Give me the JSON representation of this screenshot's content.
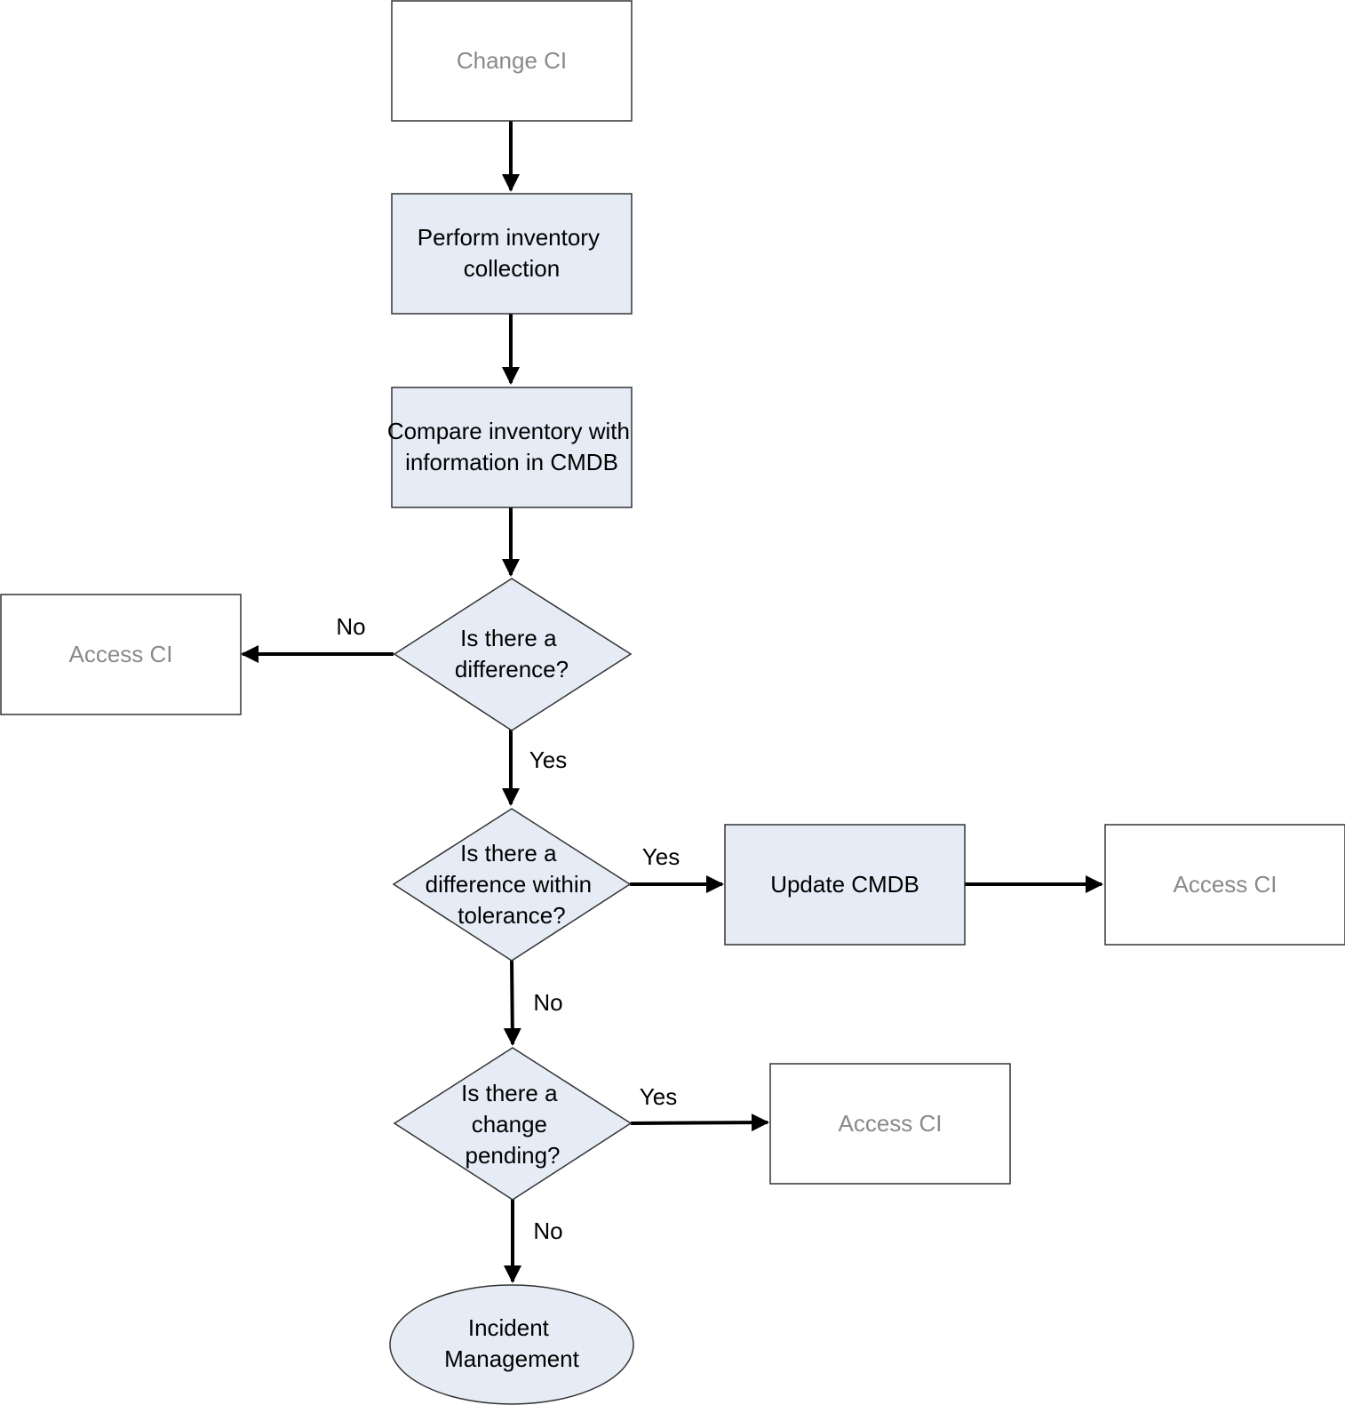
{
  "nodes": {
    "change_ci": {
      "lines": [
        "Change CI"
      ]
    },
    "perform_inventory": {
      "lines": [
        "Perform inventory",
        "collection"
      ]
    },
    "compare_inventory": {
      "lines": [
        "Compare inventory with",
        "information in CMDB"
      ]
    },
    "decision_difference": {
      "lines": [
        "Is there a",
        "difference?"
      ]
    },
    "access_ci_left": {
      "lines": [
        "Access CI"
      ]
    },
    "decision_tolerance": {
      "lines": [
        "Is there a",
        "difference within",
        "tolerance?"
      ]
    },
    "update_cmdb": {
      "lines": [
        "Update CMDB"
      ]
    },
    "access_ci_right": {
      "lines": [
        "Access CI"
      ]
    },
    "decision_change_pending": {
      "lines": [
        "Is there a",
        "change",
        "pending?"
      ]
    },
    "access_ci_middle": {
      "lines": [
        "Access CI"
      ]
    },
    "incident_management": {
      "lines": [
        "Incident",
        "Management"
      ]
    }
  },
  "edges": {
    "no_access_left": "No",
    "yes_to_tolerance": "Yes",
    "yes_update_cmdb": "Yes",
    "no_to_change_pending": "No",
    "yes_access_middle": "Yes",
    "no_incident": "No"
  }
}
